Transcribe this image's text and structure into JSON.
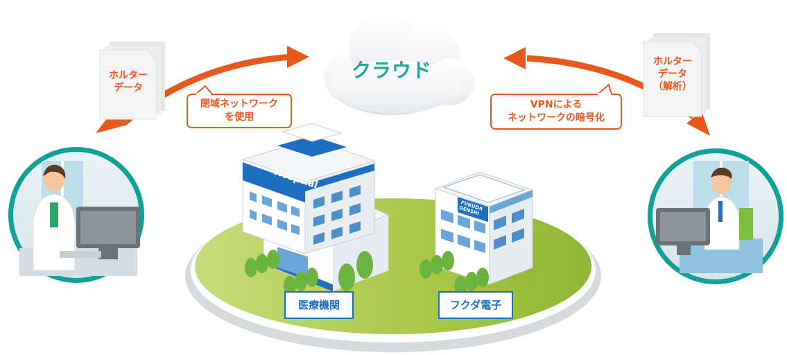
{
  "cloud": {
    "label": "クラウド"
  },
  "left_doc": {
    "line1": "ホルター",
    "line2": "データ"
  },
  "right_doc": {
    "line1": "ホルター",
    "line2": "データ",
    "line3": "（解析）"
  },
  "left_callout": {
    "line1": "閉域ネットワーク",
    "line2": "を使用"
  },
  "right_callout": {
    "line1": "VPNによる",
    "line2": "ネットワークの暗号化"
  },
  "hospital": {
    "sign": "Hospital",
    "label": "医療機関"
  },
  "fukuda": {
    "sign": "FUKUDA DENSHI",
    "label": "フクダ電子"
  },
  "colors": {
    "arrow": "#e8571c",
    "teal": "#12a196",
    "blue": "#1e6fbf",
    "ground": "#a9c746"
  }
}
